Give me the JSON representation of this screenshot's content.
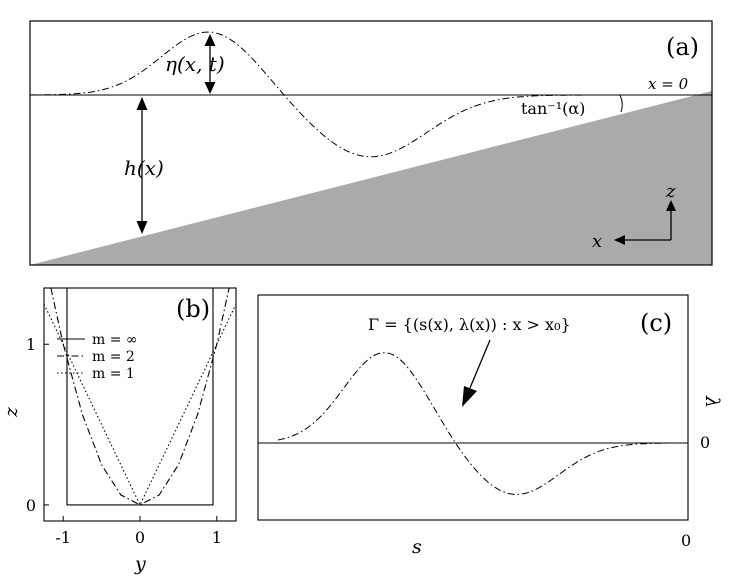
{
  "panel_a": {
    "label": "(a)",
    "eta_label": "η(x, t)",
    "h_label": "h(x)",
    "x0_label": "x = 0",
    "slope_label": "tan⁻¹(α)",
    "axis_z": "z",
    "axis_x": "x",
    "colors": {
      "bed": "#aaaaaa",
      "line": "#000000"
    }
  },
  "panel_b": {
    "label": "(b)",
    "xlabel": "y",
    "ylabel": "z",
    "xticks": [
      "-1",
      "0",
      "1"
    ],
    "yticks": [
      "0",
      "1"
    ],
    "legend": [
      {
        "name": "m = ∞",
        "style": "solid"
      },
      {
        "name": "m = 2",
        "style": "dashdot"
      },
      {
        "name": "m = 1",
        "style": "dotted"
      }
    ]
  },
  "panel_c": {
    "label": "(c)",
    "annotation": "Γ = {(s(x), λ(x)) : x > x₀}",
    "xlabel": "s",
    "ylabel": "λ",
    "xtick_right": "0",
    "ytick_right": "0"
  },
  "chart_data": [
    {
      "type": "line",
      "panel": "b",
      "xlabel": "y",
      "ylabel": "z",
      "xlim": [
        -1.25,
        1.25
      ],
      "ylim": [
        -0.1,
        1.35
      ],
      "series": [
        {
          "name": "m = ∞",
          "style": "solid",
          "x": [
            -0.95,
            -0.95,
            0.95,
            0.95
          ],
          "y": [
            1.35,
            0,
            0,
            1.35
          ]
        },
        {
          "name": "m = 2",
          "style": "dashdot",
          "x": [
            -1.16,
            -1.0,
            -0.75,
            -0.5,
            -0.25,
            0,
            0.25,
            0.5,
            0.75,
            1.0,
            1.16
          ],
          "y": [
            1.35,
            1.0,
            0.5625,
            0.25,
            0.0625,
            0,
            0.0625,
            0.25,
            0.5625,
            1.0,
            1.35
          ]
        },
        {
          "name": "m = 1",
          "style": "dotted",
          "x": [
            -1.25,
            -1.0,
            -0.5,
            0,
            0.5,
            1.0,
            1.25
          ],
          "y": [
            1.25,
            1.0,
            0.5,
            0,
            0.5,
            1.0,
            1.25
          ]
        }
      ]
    }
  ]
}
